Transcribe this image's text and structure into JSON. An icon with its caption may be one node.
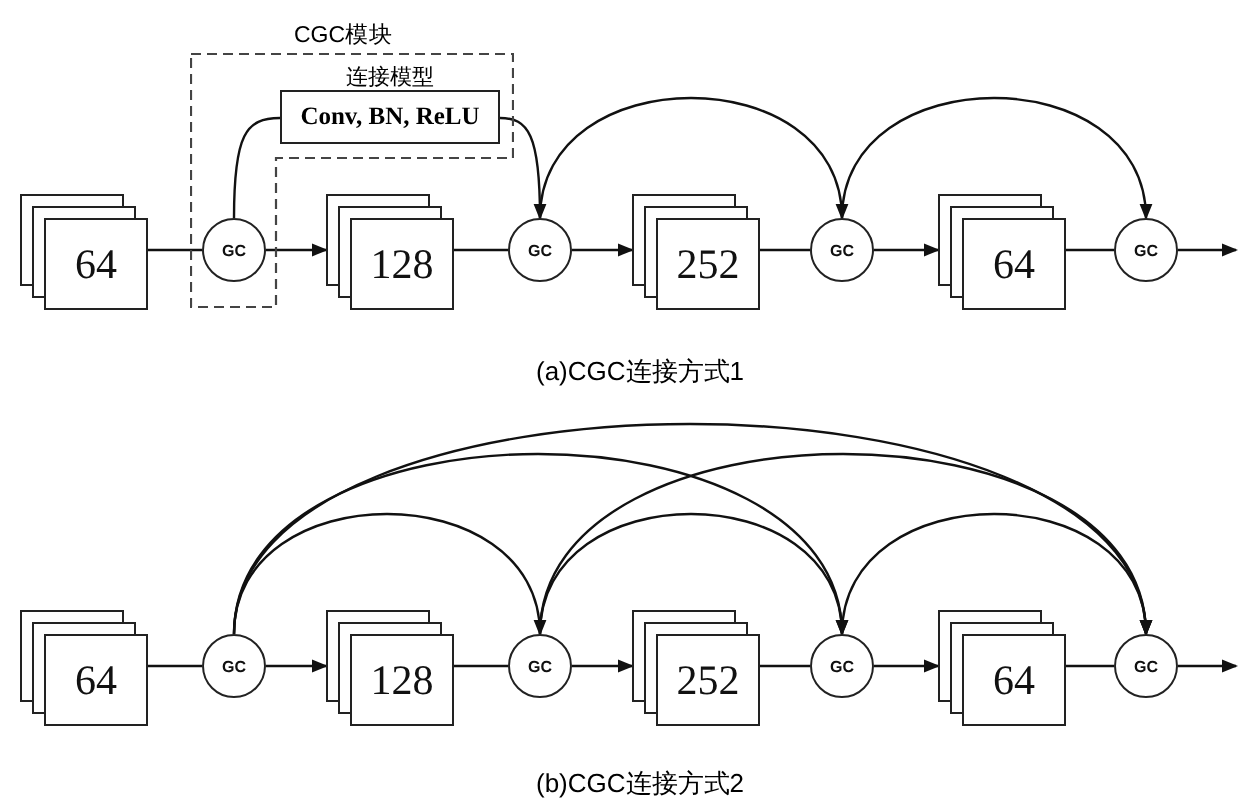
{
  "diagram": {
    "nodes": [
      {
        "text": [
          "CGC模块"
        ]
      },
      {
        "text": [
          "64"
        ]
      },
      {
        "text": [
          "GC"
        ],
        "in": 0
      },
      {
        "text": [
          "连接模型",
          "Conv, BN, ReLU"
        ],
        "in": 0
      },
      {
        "text": [
          "128"
        ]
      },
      {
        "text": [
          "GC"
        ]
      },
      {
        "text": [
          "252"
        ]
      },
      {
        "text": [
          "GC"
        ]
      },
      {
        "text": [
          "64"
        ]
      },
      {
        "text": [
          "GC"
        ]
      },
      {
        "text": [
          "64"
        ]
      },
      {
        "text": [
          "GC"
        ]
      },
      {
        "text": [
          "128"
        ]
      },
      {
        "text": [
          "GC"
        ]
      },
      {
        "text": [
          "252"
        ]
      },
      {
        "text": [
          "GC"
        ]
      },
      {
        "text": [
          "64"
        ]
      },
      {
        "text": [
          "GC"
        ]
      }
    ],
    "edges": [
      {
        "from": 1,
        "to": 2,
        "arrow": "none"
      },
      {
        "from": 2,
        "to": 4,
        "arrow": "to"
      },
      {
        "from": 4,
        "to": 5,
        "arrow": "none"
      },
      {
        "from": 5,
        "to": 6,
        "arrow": "to"
      },
      {
        "from": 6,
        "to": 7,
        "arrow": "none"
      },
      {
        "from": 7,
        "to": 8,
        "arrow": "to"
      },
      {
        "from": 8,
        "to": 9,
        "arrow": "none"
      },
      {
        "from": 9,
        "to": null,
        "arrow": "to"
      },
      {
        "from": 2,
        "to": 3,
        "arrow": "none"
      },
      {
        "from": 3,
        "to": 5,
        "arrow": "to"
      },
      {
        "from": 5,
        "to": 7,
        "arrow": "to"
      },
      {
        "from": 7,
        "to": 9,
        "arrow": "to"
      },
      {
        "from": 10,
        "to": 11,
        "arrow": "none"
      },
      {
        "from": 11,
        "to": 12,
        "arrow": "to"
      },
      {
        "from": 12,
        "to": 13,
        "arrow": "none"
      },
      {
        "from": 13,
        "to": 14,
        "arrow": "to"
      },
      {
        "from": 14,
        "to": 15,
        "arrow": "none"
      },
      {
        "from": 15,
        "to": 16,
        "arrow": "to"
      },
      {
        "from": 16,
        "to": 17,
        "arrow": "none"
      },
      {
        "from": 17,
        "to": null,
        "arrow": "to"
      },
      {
        "from": 11,
        "to": 13,
        "arrow": "to"
      },
      {
        "from": 11,
        "to": 15,
        "arrow": "to"
      },
      {
        "from": 11,
        "to": 17,
        "arrow": "to"
      },
      {
        "from": 13,
        "to": 15,
        "arrow": "to"
      },
      {
        "from": 13,
        "to": 17,
        "arrow": "to"
      },
      {
        "from": 15,
        "to": 17,
        "arrow": "to"
      }
    ],
    "labels": [
      "(a)CGC连接方式1",
      "(b)CGC连接方式2"
    ]
  }
}
